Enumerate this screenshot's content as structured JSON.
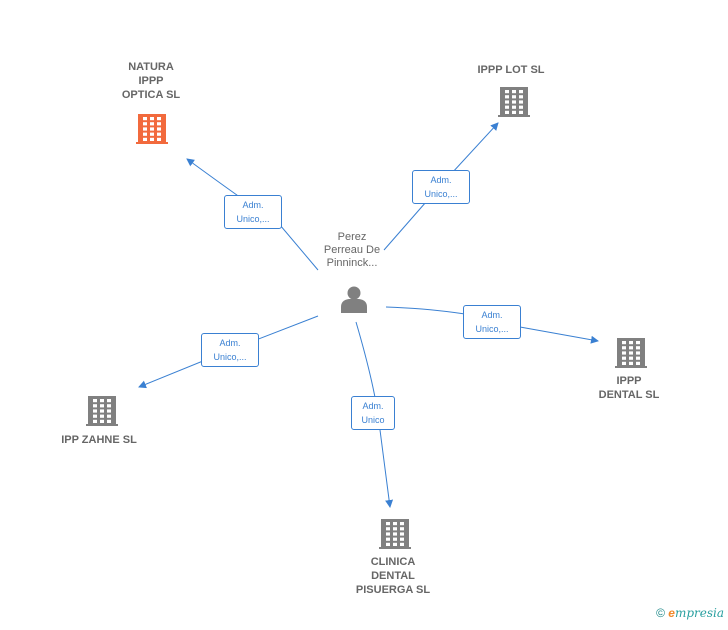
{
  "center": {
    "label": "Perez\nPerreau De\nPinninck...",
    "icon": "person-icon"
  },
  "nodes": [
    {
      "id": "natura",
      "label": "NATURA\nIPPP\nOPTICA  SL",
      "icon": "building-icon",
      "color": "#f26a3d"
    },
    {
      "id": "ippp-lot",
      "label": "IPPP LOT  SL",
      "icon": "building-icon",
      "color": "#808080"
    },
    {
      "id": "ippp-dental",
      "label": "IPPP\nDENTAL  SL",
      "icon": "building-icon",
      "color": "#808080"
    },
    {
      "id": "ipp-zahne",
      "label": "IPP ZAHNE SL",
      "icon": "building-icon",
      "color": "#808080"
    },
    {
      "id": "clinica",
      "label": "CLINICA\nDENTAL\nPISUERGA SL",
      "icon": "building-icon",
      "color": "#808080"
    }
  ],
  "edges": [
    {
      "to": "natura",
      "label": "Adm.\nUnico,..."
    },
    {
      "to": "ippp-lot",
      "label": "Adm.\nUnico,..."
    },
    {
      "to": "ippp-dental",
      "label": "Adm.\nUnico,..."
    },
    {
      "to": "ipp-zahne",
      "label": "Adm.\nUnico,..."
    },
    {
      "to": "clinica",
      "label": "Adm.\nUnico"
    }
  ],
  "colors": {
    "edge": "#3a80d2",
    "building": "#808080",
    "highlight": "#f26a3d",
    "person": "#808080"
  },
  "footer": {
    "copyright": "©",
    "brand_e": "e",
    "brand_rest": "mpresia"
  }
}
